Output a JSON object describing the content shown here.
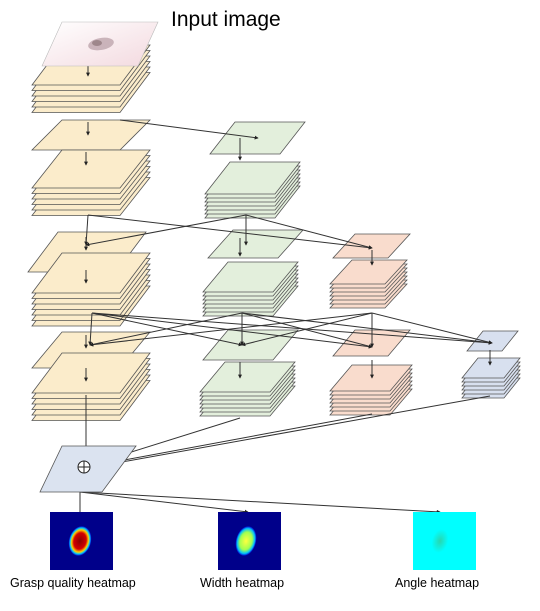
{
  "title": "Input image",
  "outputs": {
    "grasp_quality": "Grasp quality heatmap",
    "width": "Width heatmap",
    "angle": "Angle heatmap"
  },
  "colors": {
    "encoder": "#fbeccb",
    "branch_green": "#e3efdc",
    "branch_peach": "#f9dccd",
    "branch_blue": "#d8e0ef",
    "fusion": "#dbe3f0",
    "edge": "#333333",
    "heatmap_dark": "#00007a",
    "heatmap_cyan": "#00ffff"
  }
}
